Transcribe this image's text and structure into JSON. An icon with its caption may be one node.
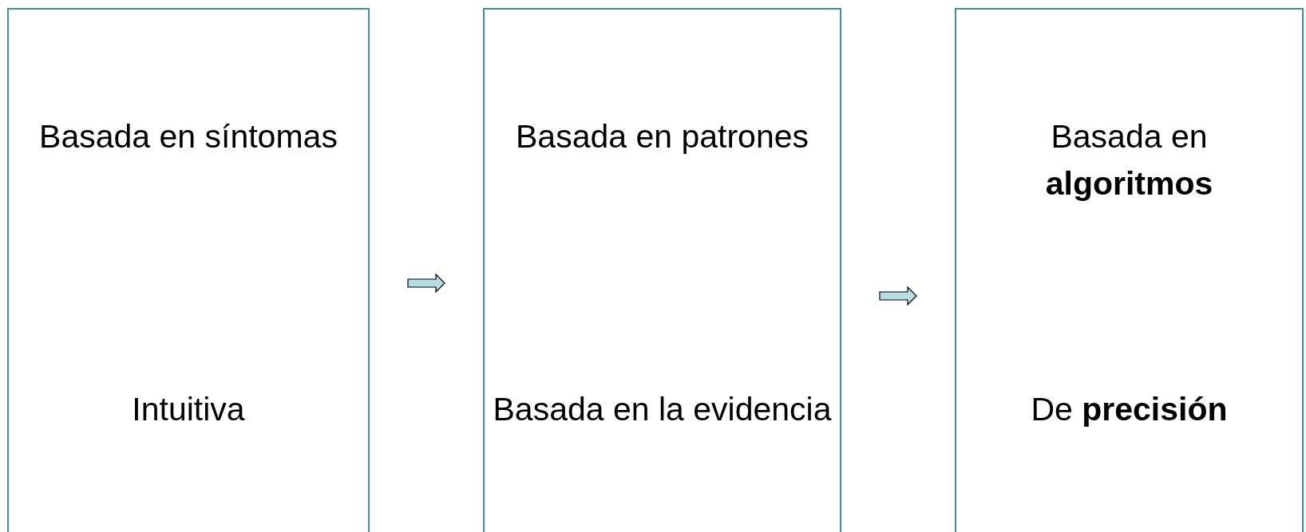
{
  "diagram": {
    "nodes": [
      {
        "text": [
          "Basada en síntomas",
          "Intuitiva"
        ]
      },
      {
        "text": [
          "Basada en patrones",
          "Basada en la evidencia"
        ]
      },
      {
        "text": [
          "Basada en **algoritmos**",
          "De **precisión**"
        ]
      }
    ],
    "edges": [
      {
        "from": 0,
        "to": 1,
        "arrow": "to"
      },
      {
        "from": 1,
        "to": 2,
        "arrow": "to"
      }
    ]
  }
}
